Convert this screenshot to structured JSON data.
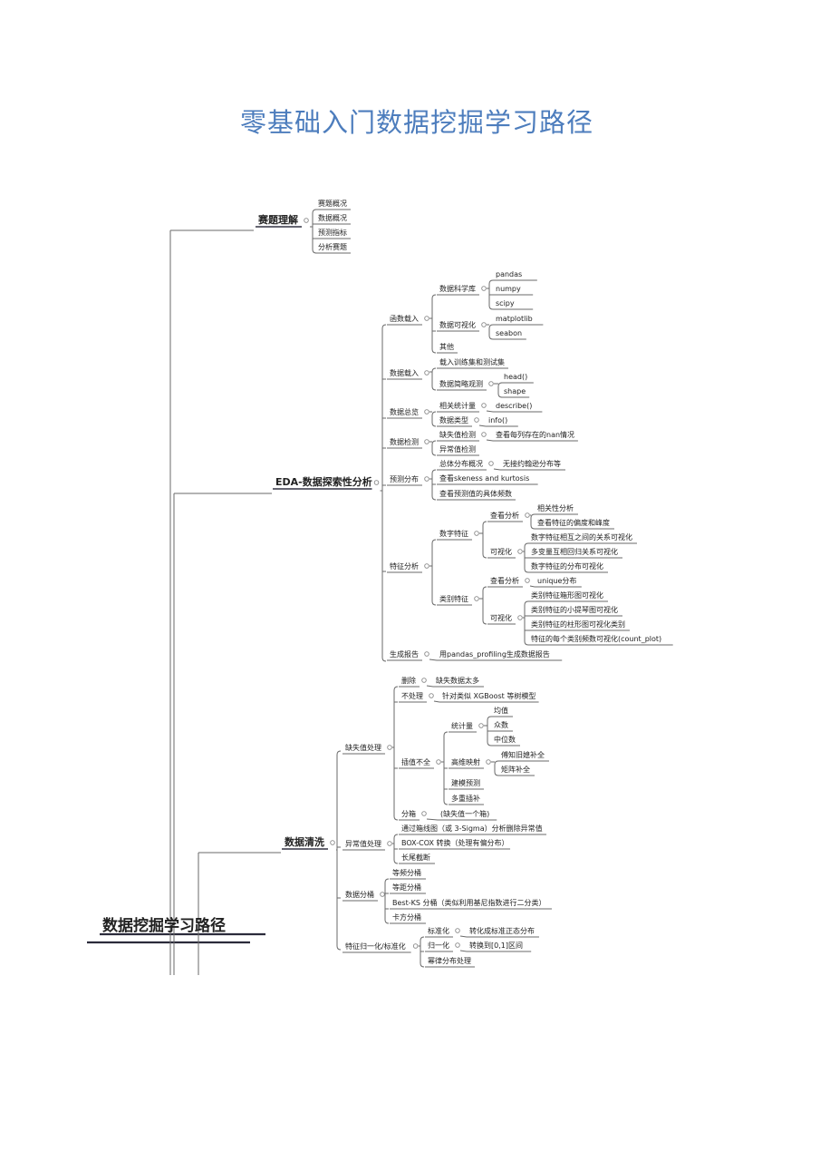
{
  "title": "零基础入门数据挖掘学习路径",
  "colors": {
    "line": "#6a6a6a",
    "text": "#222222",
    "title": "#4d7dbd",
    "root_line": "#2b2b3b"
  },
  "root": "数据挖掘学习路径",
  "branches": {
    "saiti": {
      "label": "赛题理解",
      "items": [
        "赛题概况",
        "数据概况",
        "预测指标",
        "分析赛题"
      ]
    },
    "eda": {
      "label": "EDA-数据探索性分析",
      "hanshu": {
        "label": "函数载入",
        "kexue": "数据科学库",
        "kexue_items": [
          "pandas",
          "numpy",
          "scipy"
        ],
        "keshi": "数据可视化",
        "keshi_items": [
          "matplotlib",
          "seabon"
        ],
        "qita": "其他"
      },
      "zairu": {
        "label": "数据载入",
        "a": "载入训练集和测试集",
        "b": "数据简略观测",
        "b_items": [
          "head()",
          "shape"
        ]
      },
      "zonglan": {
        "label": "数据总览",
        "a": "相关统计量",
        "a_item": "describe()",
        "b": "数据类型",
        "b_item": "info()"
      },
      "jiance": {
        "label": "数据检测",
        "a": "缺失值检测",
        "a_item": "查看每列存在的nan情况",
        "b": "异常值检测"
      },
      "fenbu": {
        "label": "预测分布",
        "a": "总体分布概况",
        "a_item": "无接约翰逊分布等",
        "b": "查看skeness and kurtosis",
        "c": "查看预测值的具体频数"
      },
      "tezheng": {
        "label": "特征分析",
        "shuzi": "数字特征",
        "chakan": "查看分析",
        "chakan_items": [
          "相关性分析",
          "查看特征的偏度和峰度"
        ],
        "keshi": "可视化",
        "keshi_items": [
          "数字特征相互之间的关系可视化",
          "多变量互相回归关系可视化",
          "数字特征的分布可视化"
        ],
        "leibie": "类别特征",
        "lb_chakan": "查看分析",
        "lb_chakan_item": "unique分布",
        "lb_keshi": "可视化",
        "lb_keshi_items": [
          "类别特征箱形图可视化",
          "类别特征的小提琴图可视化",
          "类别特征的柱形图可视化类别",
          "特征的每个类别频数可视化(count_plot)"
        ]
      },
      "baogao": {
        "label": "生成报告",
        "item": "用pandas_profiling生成数据报告"
      }
    },
    "clean": {
      "label": "数据清洗",
      "queshi": {
        "label": "缺失值处理",
        "shanchu": "删除",
        "shanchu_item": "缺失数据太多",
        "buchuli": "不处理",
        "buchuli_item": "针对类似 XGBoost 等树模型",
        "chazhi": "插值不全",
        "tongji": "统计量",
        "tongji_items": [
          "均值",
          "众数",
          "中位数"
        ],
        "gaowei": "高维映射",
        "gaowei_items": [
          "傅知旧媳补全",
          "矩阵补全"
        ],
        "jianmo": "建模预测",
        "duochong": "多重插补",
        "fenxiang": "分箱",
        "fenxiang_item": "(缺失值一个箱)"
      },
      "yichang": {
        "label": "异常值处理",
        "items": [
          "通过箱线图（或 3-Sigma）分析删除异常值",
          "BOX-COX 转换（处理有偏分布）",
          "长尾截断"
        ]
      },
      "fentong": {
        "label": "数据分桶",
        "items": [
          "等频分桶",
          "等距分桶",
          "Best-KS 分桶（类似利用基尼指数进行二分类）",
          "卡方分桶"
        ]
      },
      "guiyi": {
        "label": "特征归一化/标准化",
        "biaozhun": "标准化",
        "biaozhun_item": "转化成标准正态分布",
        "guiyihua": "归一化",
        "guiyihua_item": "转换到[0,1]区间",
        "milv": "幂律分布处理"
      }
    }
  }
}
